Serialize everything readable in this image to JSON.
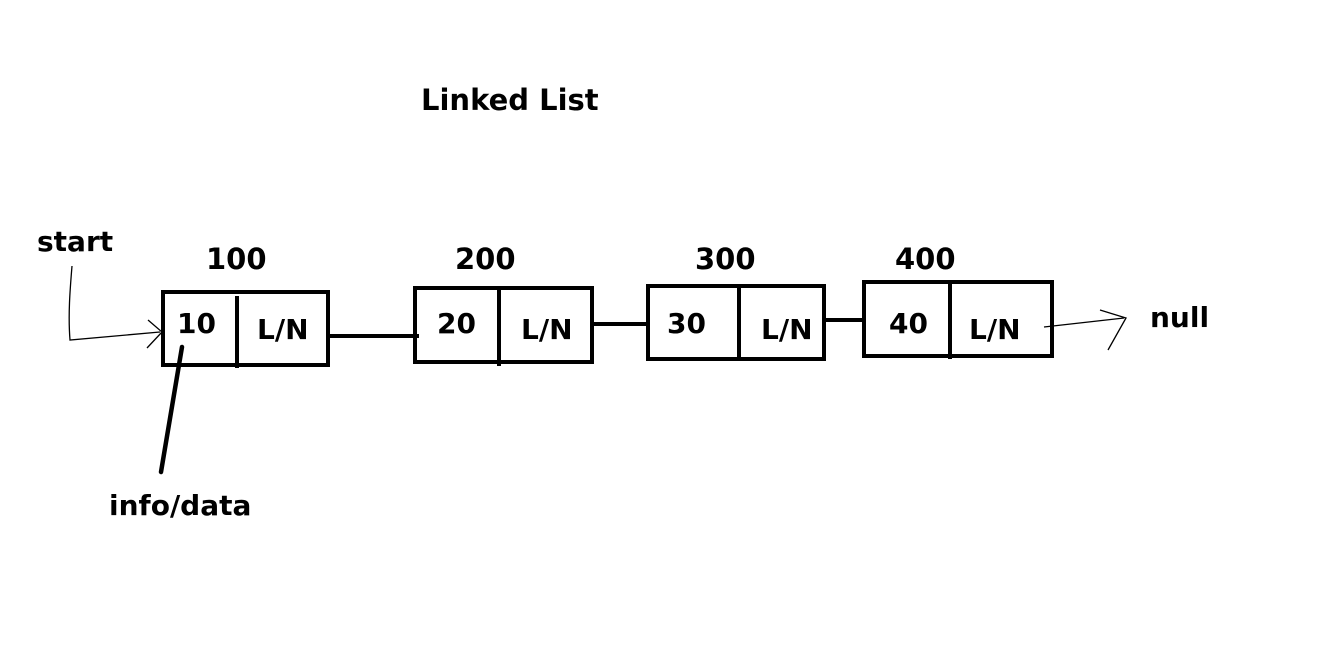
{
  "title": "Linked List",
  "start_label": "start",
  "info_label": "info/data",
  "null_label": "null",
  "nodes": [
    {
      "address": "100",
      "value": "10",
      "link": "L/N"
    },
    {
      "address": "200",
      "value": "20",
      "link": "L/N"
    },
    {
      "address": "300",
      "value": "30",
      "link": "L/N"
    },
    {
      "address": "400",
      "value": "40",
      "link": "L/N"
    }
  ],
  "colors": {
    "stroke": "#000000",
    "background": "#ffffff"
  }
}
